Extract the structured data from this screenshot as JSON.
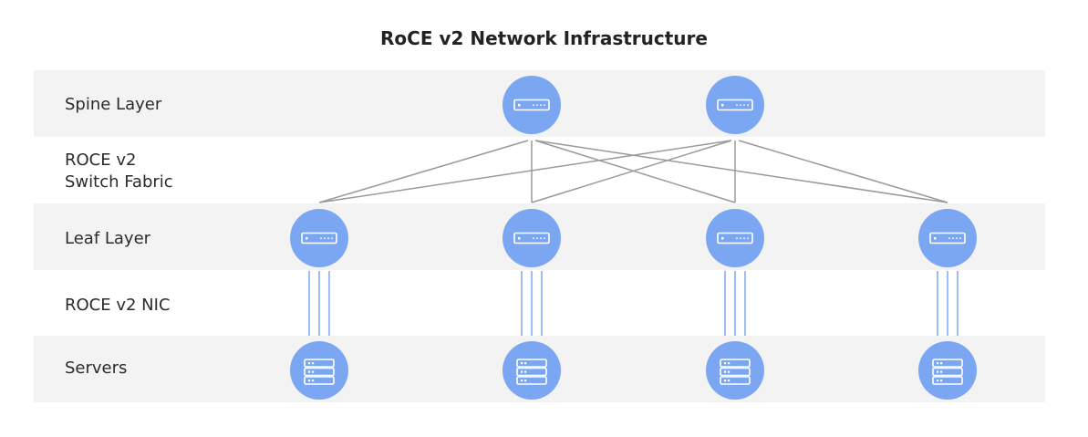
{
  "title": "RoCE v2 Network Infrastructure",
  "layers": {
    "spine": "Spine Layer",
    "fabric_line1": "ROCE v2",
    "fabric_line2": "Switch Fabric",
    "leaf": "Leaf Layer",
    "nic": "ROCE v2 NIC",
    "servers": "Servers"
  },
  "nodes": {
    "spine": [
      "switch-icon",
      "switch-icon"
    ],
    "leaf": [
      "switch-icon",
      "switch-icon",
      "switch-icon",
      "switch-icon"
    ],
    "servers": [
      "server-icon",
      "server-icon",
      "server-icon",
      "server-icon"
    ]
  },
  "colors": {
    "node_fill": "#7ba7f2",
    "band": "#f3f3f3",
    "fabric_line": "#9a9a9a",
    "nic_line": "#7ba7f2"
  }
}
